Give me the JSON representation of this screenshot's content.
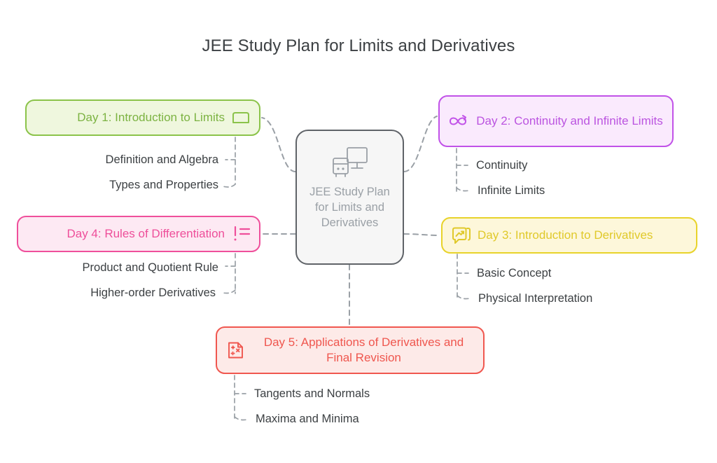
{
  "diagram": {
    "title": "JEE Study Plan for Limits and Derivatives",
    "type": "mind-map",
    "background_color": "#ffffff",
    "connector_color": "#9aa0a6",
    "connector_style": "dashed"
  },
  "center": {
    "label": "JEE Study Plan for Limits and Derivatives",
    "icon": "desktop-monitor-icon",
    "fill_color": "#f6f6f6",
    "border_color": "#5f6368",
    "text_color": "#9aa0a6"
  },
  "branches": [
    {
      "id": "day1",
      "label": "Day 1: Introduction to Limits",
      "icon": "window-frame-icon",
      "icon_side": "right",
      "fill_color": "#eff7de",
      "border_color": "#8bc34a",
      "text_color": "#7cb342",
      "children": [
        {
          "label": "Definition and Algebra"
        },
        {
          "label": "Types and Properties"
        }
      ]
    },
    {
      "id": "day2",
      "label": "Day 2: Continuity and Infinite Limits",
      "icon": "infinity-icon",
      "icon_side": "left",
      "fill_color": "#faeafd",
      "border_color": "#c152e8",
      "text_color": "#bb54e0",
      "children": [
        {
          "label": "Continuity"
        },
        {
          "label": "Infinite Limits"
        }
      ]
    },
    {
      "id": "day3",
      "label": "Day 3: Introduction to Derivatives",
      "icon": "chat-trending-up-icon",
      "icon_side": "left",
      "fill_color": "#fdf7da",
      "border_color": "#e8d32a",
      "text_color": "#e0c92a",
      "children": [
        {
          "label": "Basic Concept"
        },
        {
          "label": "Physical Interpretation"
        }
      ]
    },
    {
      "id": "day4",
      "label": "Day 4: Rules of Differentiation",
      "icon": "alert-list-icon",
      "icon_side": "right",
      "fill_color": "#fde9f3",
      "border_color": "#ef4f9b",
      "text_color": "#ee4e9a",
      "children": [
        {
          "label": "Product and Quotient Rule"
        },
        {
          "label": "Higher-order Derivatives"
        }
      ]
    },
    {
      "id": "day5",
      "label": "Day 5: Applications of Derivatives and Final Revision",
      "icon": "math-document-icon",
      "icon_side": "left",
      "fill_color": "#fdeae8",
      "border_color": "#f0574f",
      "text_color": "#ef564e",
      "children": [
        {
          "label": "Tangents and Normals"
        },
        {
          "label": "Maxima and Minima"
        }
      ]
    }
  ],
  "sub_items": {
    "day1_0": "Definition and Algebra",
    "day1_1": "Types and Properties",
    "day2_0": "Continuity",
    "day2_1": "Infinite Limits",
    "day3_0": "Basic Concept",
    "day3_1": "Physical Interpretation",
    "day4_0": "Product and Quotient Rule",
    "day4_1": "Higher-order Derivatives",
    "day5_0": "Tangents and Normals",
    "day5_1": "Maxima and Minima"
  }
}
